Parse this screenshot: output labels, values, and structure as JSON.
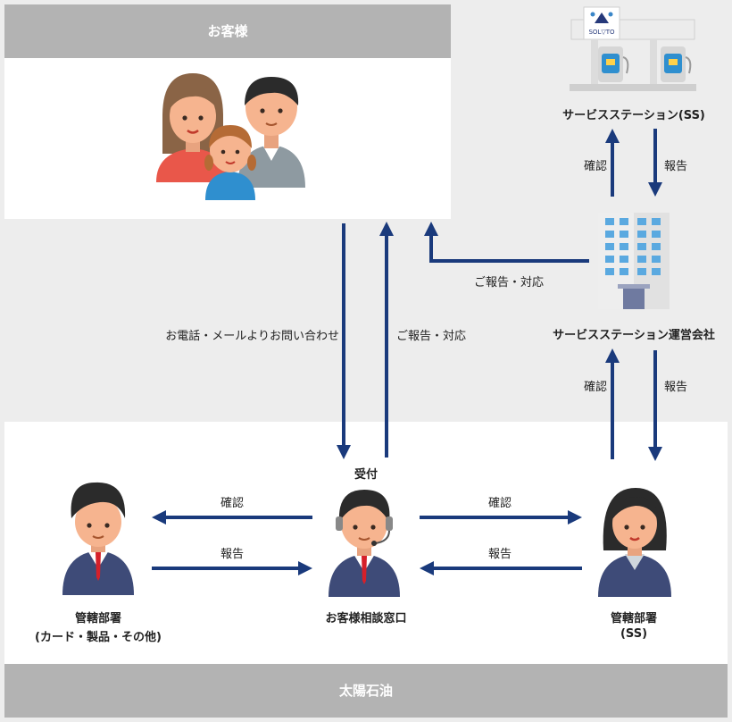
{
  "customer": {
    "header": "お客様"
  },
  "company": {
    "footer": "太陽石油"
  },
  "station": {
    "name": "サービスステーション(SS)",
    "sign": "SOL▽TO"
  },
  "operator": {
    "name": "サービスステーション運営会社"
  },
  "nodes": {
    "desk": "お客様相談窓口",
    "desk_receive": "受付",
    "dept_card_line1": "管轄部署",
    "dept_card_line2": "(カード・製品・その他)",
    "dept_ss_line1": "管轄部署",
    "dept_ss_line2": "(SS)"
  },
  "flows": {
    "inquiry": "お電話・メールよりお問い合わせ",
    "reply_desk": "ご報告・対応",
    "reply_operator": "ご報告・対応",
    "confirm_station": "確認",
    "report_station": "報告",
    "confirm_operator": "確認",
    "report_operator": "報告",
    "confirm_card": "確認",
    "report_card": "報告",
    "confirm_ss": "確認",
    "report_ss": "報告"
  },
  "colors": {
    "arrow": "#1a3a7c",
    "header_gray": "#b3b3b3",
    "background": "#ededed",
    "suit": "#3e4b78",
    "tie": "#d6202a",
    "skin": "#f6b48f"
  }
}
